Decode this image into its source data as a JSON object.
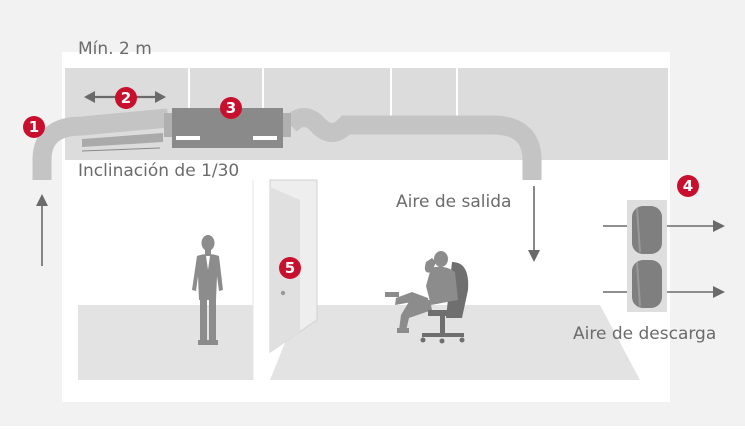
{
  "colors": {
    "background": "#f2f2f2",
    "ceiling": "#dcdcdc",
    "floor": "#e3e3e3",
    "duct": "#c4c4c4",
    "unit": "#8a8a8a",
    "arrow": "#6a6a6a",
    "person": "#8c8c8c",
    "badge": "#c8102e",
    "label": "#6b6b6b"
  },
  "labels": {
    "min_distance": "Mín. 2 m",
    "slope": "Inclinación de 1/30",
    "exhaust_air": "Aire de salida",
    "discharge_air": "Aire de descarga"
  },
  "badges": {
    "b1": "1",
    "b2": "2",
    "b3": "3",
    "b4": "4",
    "b5": "5"
  },
  "icons": {
    "standing_person": "standing-man-icon",
    "seated_person": "seated-man-on-phone-icon",
    "door": "door-icon",
    "outdoor_fans": "outdoor-unit-fan-icon"
  }
}
